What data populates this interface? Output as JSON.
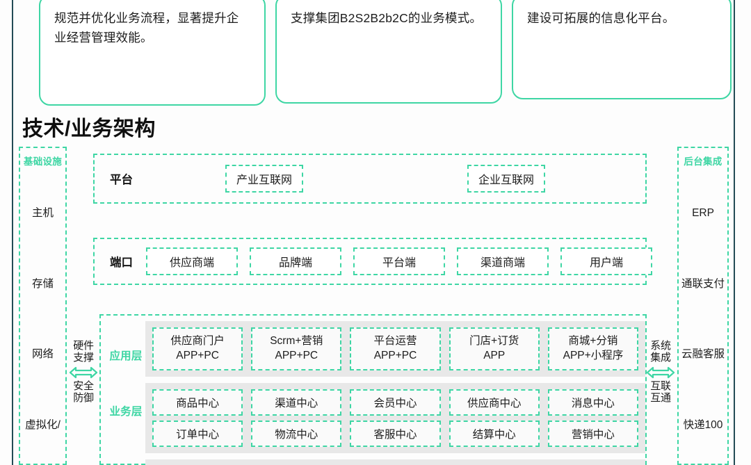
{
  "objectives": [
    {
      "text": "规范并优化业务流程，显著提升企业经营管理效能。"
    },
    {
      "text": "支撑集团B2S2B2b2C的业务模式。"
    },
    {
      "text": "建设可拓展的信息化平台。"
    }
  ],
  "section": {
    "title": "技术/业务架构"
  },
  "infrastructure": {
    "header": "基础设施",
    "items": [
      "主机",
      "存储",
      "网络",
      "虚拟化/"
    ]
  },
  "connector_left": {
    "top_label": "硬件\n支撑",
    "arrow": "double-arrow-icon",
    "bottom_label": "安全\n防御"
  },
  "connector_right": {
    "top_label": "系统\n集成",
    "arrow": "double-arrow-icon",
    "bottom_label": "互联\n互通"
  },
  "backend": {
    "header": "后台集成",
    "items": [
      "ERP",
      "通联支付",
      "云融客服",
      "快递100"
    ]
  },
  "platform_row": {
    "label": "平台",
    "chips": [
      "产业互联网",
      "企业互联网"
    ]
  },
  "port_row": {
    "label": "端口",
    "chips": [
      "供应商端",
      "品牌端",
      "平台端",
      "渠道商端",
      "用户端"
    ]
  },
  "layers": {
    "application": {
      "label": "应用层",
      "cells": [
        "供应商门户\nAPP+PC",
        "Scrm+营销\nAPP+PC",
        "平台运营\nAPP+PC",
        "门店+订货\nAPP",
        "商城+分销\nAPP+小程序"
      ]
    },
    "business": {
      "label": "业务层",
      "row1": [
        "商品中心",
        "渠道中心",
        "会员中心",
        "供应商中心",
        "消息中心"
      ],
      "row2": [
        "订单中心",
        "物流中心",
        "客服中心",
        "结算中心",
        "营销中心"
      ]
    }
  },
  "colors": {
    "accent_green": "#3ed6a4",
    "rail_dark": "#234b55",
    "band_grey": "#e8e8e8",
    "text_dark": "#1c1c1c"
  }
}
